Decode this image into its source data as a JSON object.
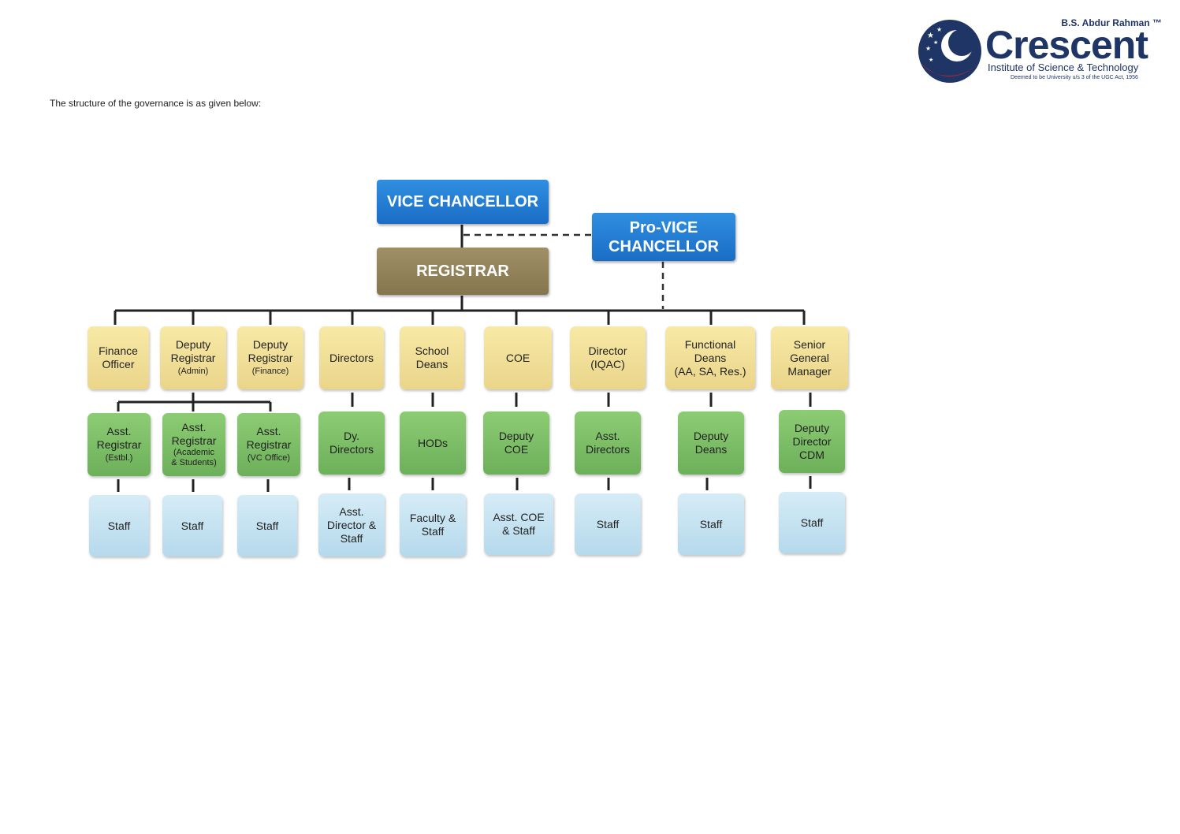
{
  "logo": {
    "tagline": "B.S. Abdur Rahman ™",
    "brand": "Crescent",
    "subtitle": "Institute of Science & Technology",
    "deemed": "Deemed to be University u/s 3 of the UGC Act, 1956"
  },
  "intro": "The structure of the governance is as given below:",
  "org": {
    "vice_chancellor": "VICE CHANCELLOR",
    "pro_vice_chancellor": "Pro-VICE\nCHANCELLOR",
    "registrar": "REGISTRAR",
    "columns": [
      {
        "head": "Finance\nOfficer"
      },
      {
        "head": "Deputy\nRegistrar",
        "head_note": "(Admin)",
        "sub": "Asst.\nRegistrar",
        "sub_note": "(Estbl.)",
        "staff": "Staff"
      },
      {
        "head": "Deputy\nRegistrar",
        "head_note": "(Finance)"
      },
      {
        "head": "Directors",
        "sub": "Dy.\nDirectors",
        "staff": "Asst.\nDirector &\nStaff"
      },
      {
        "head": "School\nDeans",
        "sub": "HODs",
        "staff": "Faculty &\nStaff"
      },
      {
        "head": "COE",
        "sub": "Deputy\nCOE",
        "staff": "Asst. COE\n& Staff"
      },
      {
        "head": "Director\n(IQAC)",
        "sub": "Asst.\nDirectors",
        "staff": "Staff"
      },
      {
        "head": "Functional\nDeans\n(AA, SA, Res.)",
        "sub": "Deputy\nDeans",
        "staff": "Staff"
      },
      {
        "head": "Senior\nGeneral\nManager",
        "sub": "Deputy\nDirector\nCDM",
        "staff": "Staff"
      }
    ],
    "registrar_branches": [
      {
        "sub": "Asst.\nRegistrar",
        "sub_note": "(Academic\n& Students)",
        "staff": "Staff"
      },
      {
        "sub": "Asst.\nRegistrar",
        "sub_note": "(VC Office)",
        "staff": "Staff"
      }
    ]
  }
}
